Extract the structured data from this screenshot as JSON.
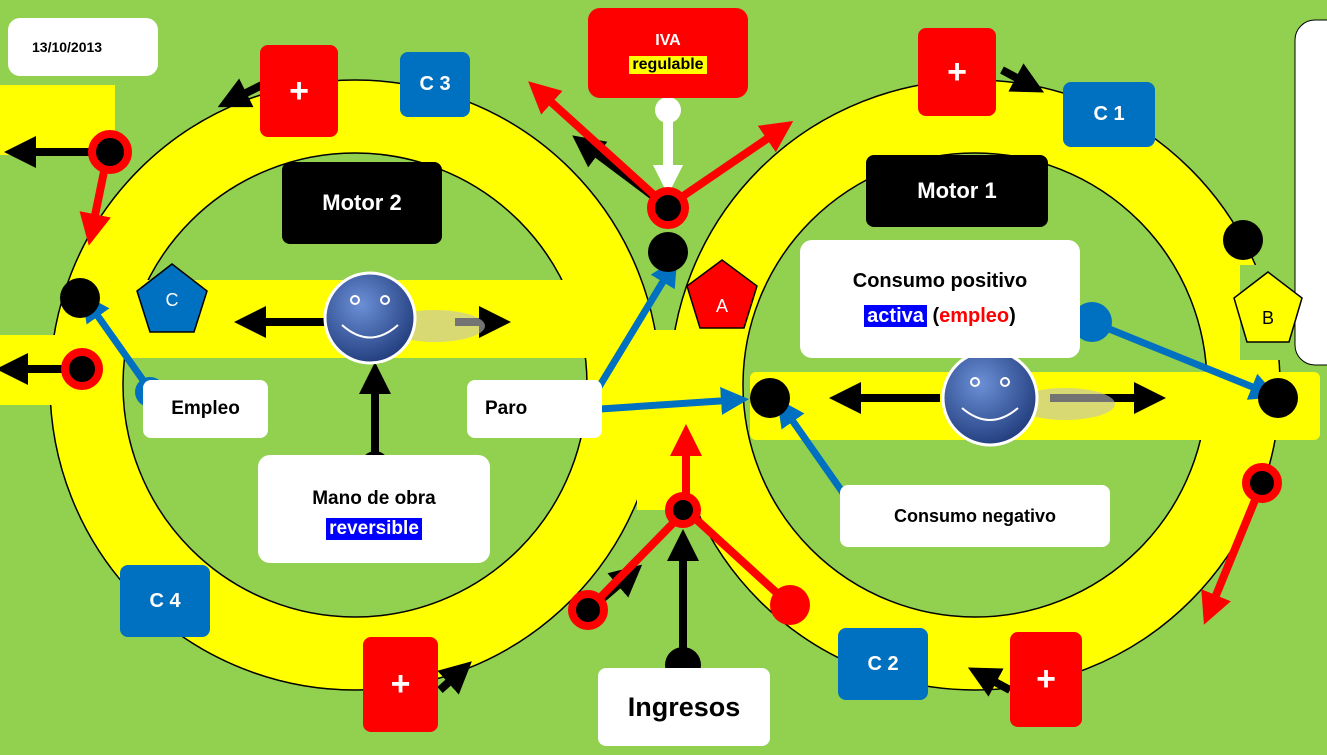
{
  "date": "13/10/2013",
  "motors": {
    "motor1": "Motor  1",
    "motor2": "Motor  2"
  },
  "iva": {
    "title": "IVA",
    "sub": "regulable"
  },
  "cycles": {
    "c1": "C 1",
    "c2": "C 2",
    "c3": "C 3",
    "c4": "C 4"
  },
  "plus": "+",
  "pentagons": {
    "a": "A",
    "b": "B",
    "c": "C"
  },
  "labels": {
    "consumo_positivo": "Consumo positivo",
    "activa": "activa",
    "empleo_paren_open": " (",
    "empleo_word": "empleo",
    "empleo_paren_close": ")",
    "consumo_negativo": "Consumo negativo",
    "empleo": "Empleo",
    "paro": "Paro",
    "mano_de_obra": "Mano de obra",
    "reversible": "reversible",
    "ingresos": "Ingresos"
  },
  "colors": {
    "background": "#92d050",
    "ring": "#ffff00",
    "red": "#ff0000",
    "blue": "#0070c0",
    "black": "#000000"
  }
}
